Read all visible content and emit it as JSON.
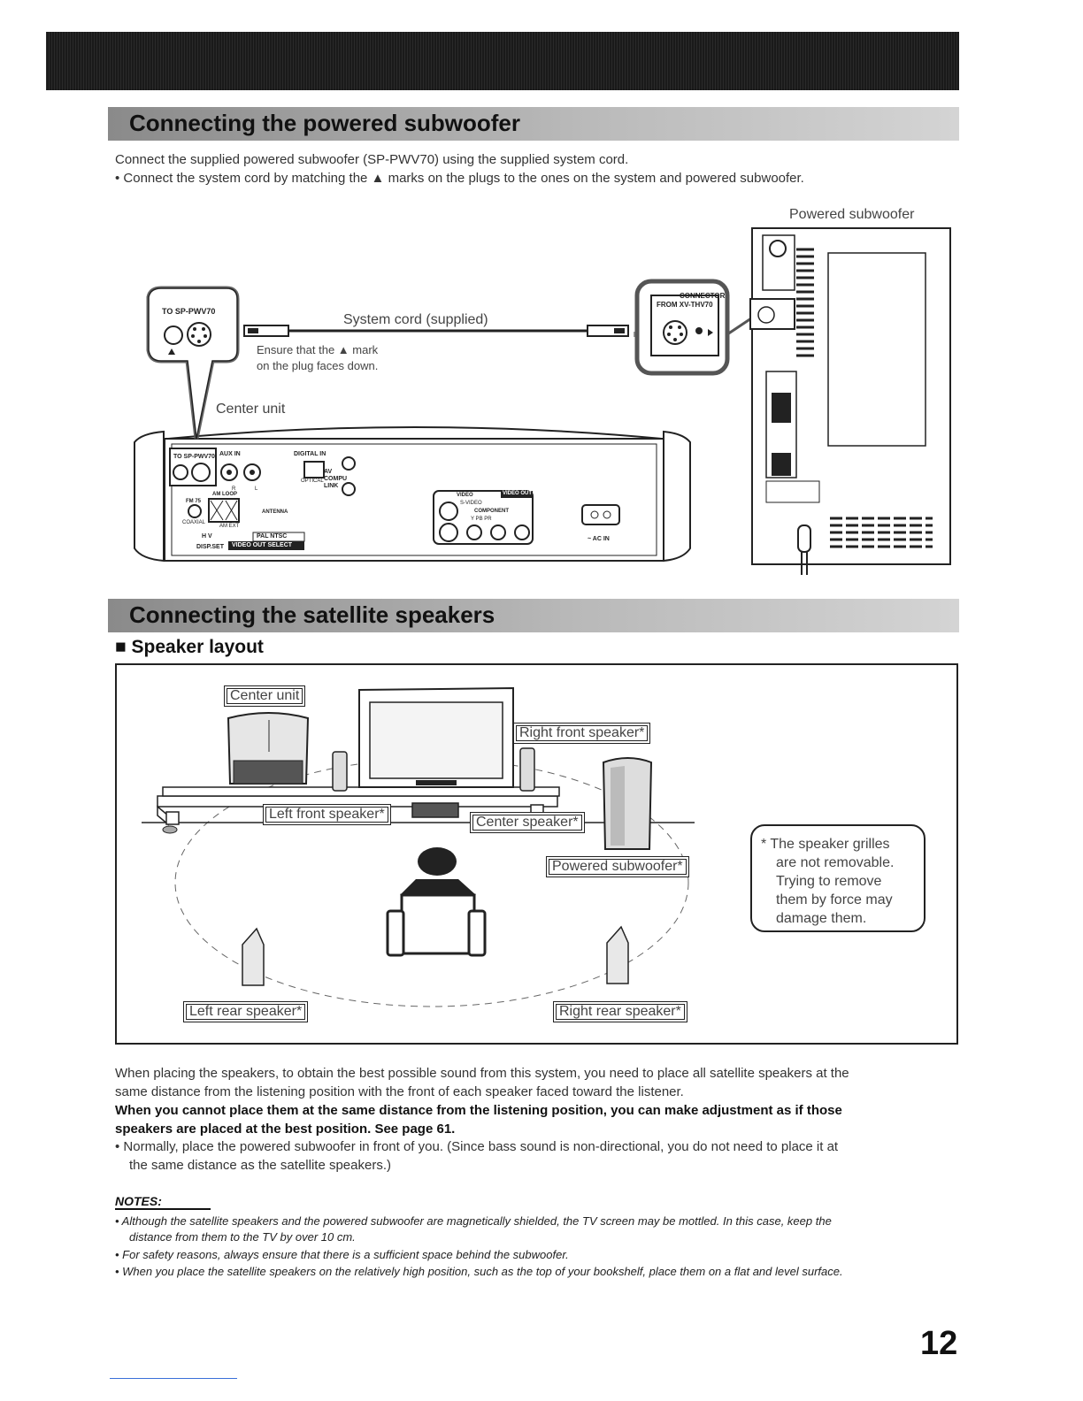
{
  "section1": {
    "title": "Connecting the powered subwoofer",
    "intro": "Connect the supplied powered subwoofer (SP-PWV70) using the supplied system cord.",
    "bullet": "• Connect the system cord by matching the ▲ marks on the plugs to the ones on the system and powered subwoofer."
  },
  "diagram1": {
    "subwoofer_label": "Powered subwoofer",
    "cord_label": "System cord (supplied)",
    "ensure_line1": "Ensure that the ▲ mark",
    "ensure_line2": "on the plug faces down.",
    "center_unit_label": "Center unit",
    "to_sp_pwv70": "TO SP-PWV70",
    "connector_line1": "CONNECTOR",
    "connector_line2": "FROM XV-THV70",
    "panel": {
      "aux_in": "AUX IN",
      "digital_in": "DIGITAL IN",
      "optical": "OPTICAL",
      "av_compu_link": "AV COMPU LINK",
      "am_loop": "AM LOOP",
      "fm75": "FM 75",
      "coaxial": "COAXIAL",
      "am_ext": "AM EXT",
      "antenna": "ANTENNA",
      "h_v": "H  V",
      "disp_set": "DISP.SET",
      "pal_ntsc": "PAL  NTSC",
      "video_out_select": "VIDEO OUT SELECT",
      "video": "VIDEO",
      "video_out": "VIDEO OUT",
      "s_video": "S-VIDEO",
      "component": "COMPONENT",
      "y_pb_pr": "Y    PB    PR",
      "ac_in": "~ AC IN",
      "r": "R",
      "l": "L"
    }
  },
  "section2": {
    "title": "Connecting the satellite speakers",
    "subtitle": "■ Speaker layout"
  },
  "layout": {
    "center_unit": "Center unit",
    "right_front": "Right front speaker*",
    "left_front": "Left front speaker*",
    "center_speaker": "Center speaker*",
    "powered_subwoofer": "Powered subwoofer*",
    "left_rear": "Left rear speaker*",
    "right_rear": "Right rear speaker*",
    "note": [
      "*  The speaker grilles",
      "are not removable.",
      "Trying to remove",
      "them by force may",
      "damage them."
    ]
  },
  "body": {
    "p1_line1": "When placing the speakers, to obtain the best possible sound from this system, you need to place all satellite speakers at the",
    "p1_line2": "same distance from the listening position with the front of each speaker faced toward the listener.",
    "bold_line1": "When you cannot place them at the same distance from the listening position, you can make adjustment as if those",
    "bold_line2": "speakers are placed at the best position. See page 61.",
    "bullet_line1": "• Normally, place the powered subwoofer in front of you. (Since bass sound is non-directional, you do not need to place it  at",
    "bullet_line2": "the same distance as the satellite speakers.)"
  },
  "notes": {
    "heading": "NOTES:",
    "items": [
      "•  Although the satellite speakers and the powered subwoofer are magnetically shielded, the TV screen may be mottled. In this case, keep the",
      "distance from them to the TV by over 10 cm.",
      "•  For safety reasons, always ensure that there is a sufficient space behind the subwoofer.",
      "•  When you place the satellite speakers on the relatively high position, such as the top of your bookshelf, place them on a flat and level surface."
    ]
  },
  "page_number": "12"
}
